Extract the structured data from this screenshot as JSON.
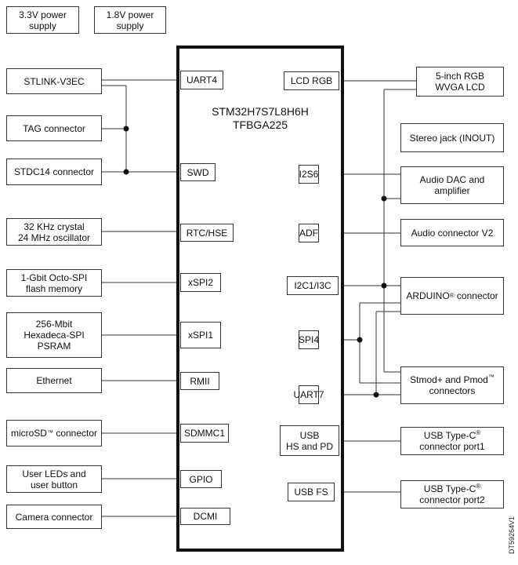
{
  "mcu": {
    "title": "STM32H7S7L8H6H\nTFBGA225"
  },
  "power": {
    "v33": "3.3V power\nsupply",
    "v18": "1.8V power\nsupply"
  },
  "left_blocks": {
    "stlink": "STLINK-V3EC",
    "tag": "TAG connector",
    "stdc14": "STDC14 connector",
    "clock": "32 KHz crystal\n24 MHz oscillator",
    "octo_flash": "1-Gbit Octo-SPI\nflash memory",
    "psram": "256-Mbit\nHexadeca-SPI\nPSRAM",
    "ethernet": "Ethernet",
    "microsd": "microSD",
    "microsd_sup": "™",
    "microsd_suffix": " connector",
    "leds": "User LEDs and\nuser button",
    "camera": "Camera connector"
  },
  "left_pins": {
    "uart4": "UART4",
    "swd": "SWD",
    "rtc": "RTC/HSE",
    "xspi2": "xSPI2",
    "xspi1": "xSPI1",
    "rmii": "RMII",
    "sdmmc1": "SDMMC1",
    "gpio": "GPIO",
    "dcmi": "DCMI"
  },
  "right_pins": {
    "lcd": "LCD RGB",
    "i2s6": "I2S6",
    "adf": "ADF",
    "i2c": "I2C1/I3C",
    "spi4": "SPI4",
    "uart7": "UART7",
    "usb_hs": "USB\nHS and PD",
    "usb_fs": "USB FS"
  },
  "right_blocks": {
    "lcd": "5-inch RGB\nWVGA LCD",
    "jack": "Stereo jack (INOUT)",
    "dac": "Audio DAC and\namplifier",
    "audio_conn": "Audio connector V2",
    "arduino": "ARDUINO",
    "arduino_sup": "®",
    "arduino_suffix": " connector",
    "stmod": "Stmod+ and Pmod",
    "stmod_sup": "™",
    "stmod_suffix": "\nconnectors",
    "usbc1_a": "USB Type-C",
    "usbc1_sup": "®",
    "usbc1_b": "\nconnector port1",
    "usbc2_a": "USB Type-C",
    "usbc2_sup": "®",
    "usbc2_b": "\nconnector port2"
  },
  "doc_id": "DT59264V1"
}
